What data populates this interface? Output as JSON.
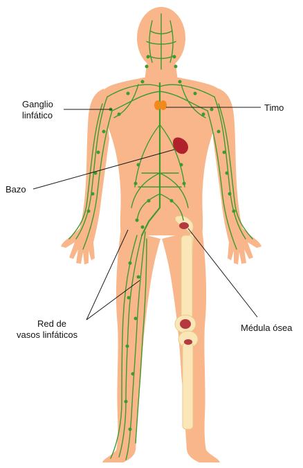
{
  "colors": {
    "background": "#ffffff",
    "skin": "#f8b68a",
    "skin_shadow": "#f2a77a",
    "lymph_vessels": "#3c9a2e",
    "thymus": "#f08a1c",
    "spleen": "#b0212b",
    "bone": "#fbe6b8",
    "bone_marrow": "#b43a3f",
    "leader_lines": "#1a1a1a"
  },
  "labels": {
    "ganglio_line1": "Ganglio",
    "ganglio_line2": "linfático",
    "timo": "Timo",
    "bazo": "Bazo",
    "medula": "Médula ósea",
    "red_line1": "Red de",
    "red_line2": "vasos  linfáticos"
  }
}
